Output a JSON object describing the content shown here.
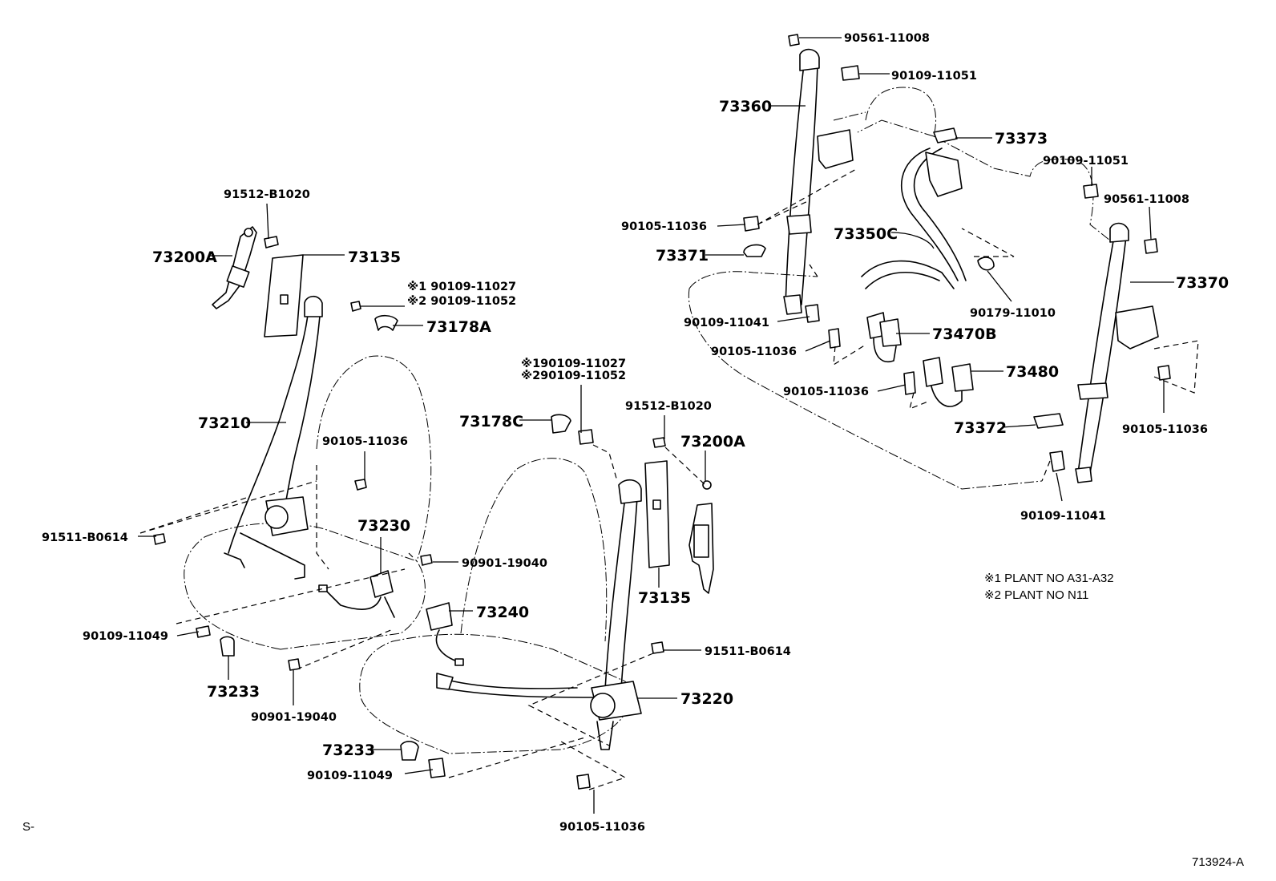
{
  "callouts": {
    "c73200a_l": "73200A",
    "c91512_l": "91512-B1020",
    "c73135_l": "73135",
    "c_star1_l": "※1 90109-11027",
    "c_star2_l": "※2 90109-11052",
    "c73178a": "73178A",
    "c73210": "73210",
    "c90105_l1": "90105-11036",
    "c91511_l": "91511-B0614",
    "c73230": "73230",
    "c90901_r": "90901-19040",
    "c90109_11049_l": "90109-11049",
    "c73233_l": "73233",
    "c90901_b": "90901-19040",
    "c_star1_m": "※190109-11027",
    "c_star2_m": "※290109-11052",
    "c73178c": "73178C",
    "c91512_m": "91512-B1020",
    "c73200a_m": "73200A",
    "c73135_m": "73135",
    "c73240": "73240",
    "c91511_m": "91511-B0614",
    "c73220": "73220",
    "c73233_m": "73233",
    "c90109_11049_m": "90109-11049",
    "c90105_b": "90105-11036",
    "c90561_t": "90561-11008",
    "c90109_11051_t": "90109-11051",
    "c73360": "73360",
    "c73373": "73373",
    "c90109_11051_r": "90109-11051",
    "c90561_r": "90561-11008",
    "c90105_r1": "90105-11036",
    "c73350c": "73350C",
    "c73371": "73371",
    "c73370": "73370",
    "c90179": "90179-11010",
    "c90109_11041_l": "90109-11041",
    "c73470b": "73470B",
    "c90105_r2": "90105-11036",
    "c73480": "73480",
    "c90105_r3": "90105-11036",
    "c90105_r4": "90105-11036",
    "c73372": "73372",
    "c90109_11041_r": "90109-11041"
  },
  "notes": {
    "plant1": "※1 PLANT NO A31-A32",
    "plant2": "※2 PLANT NO N11"
  },
  "footer": {
    "left_code": "S-",
    "figure_code": "713924-A"
  }
}
